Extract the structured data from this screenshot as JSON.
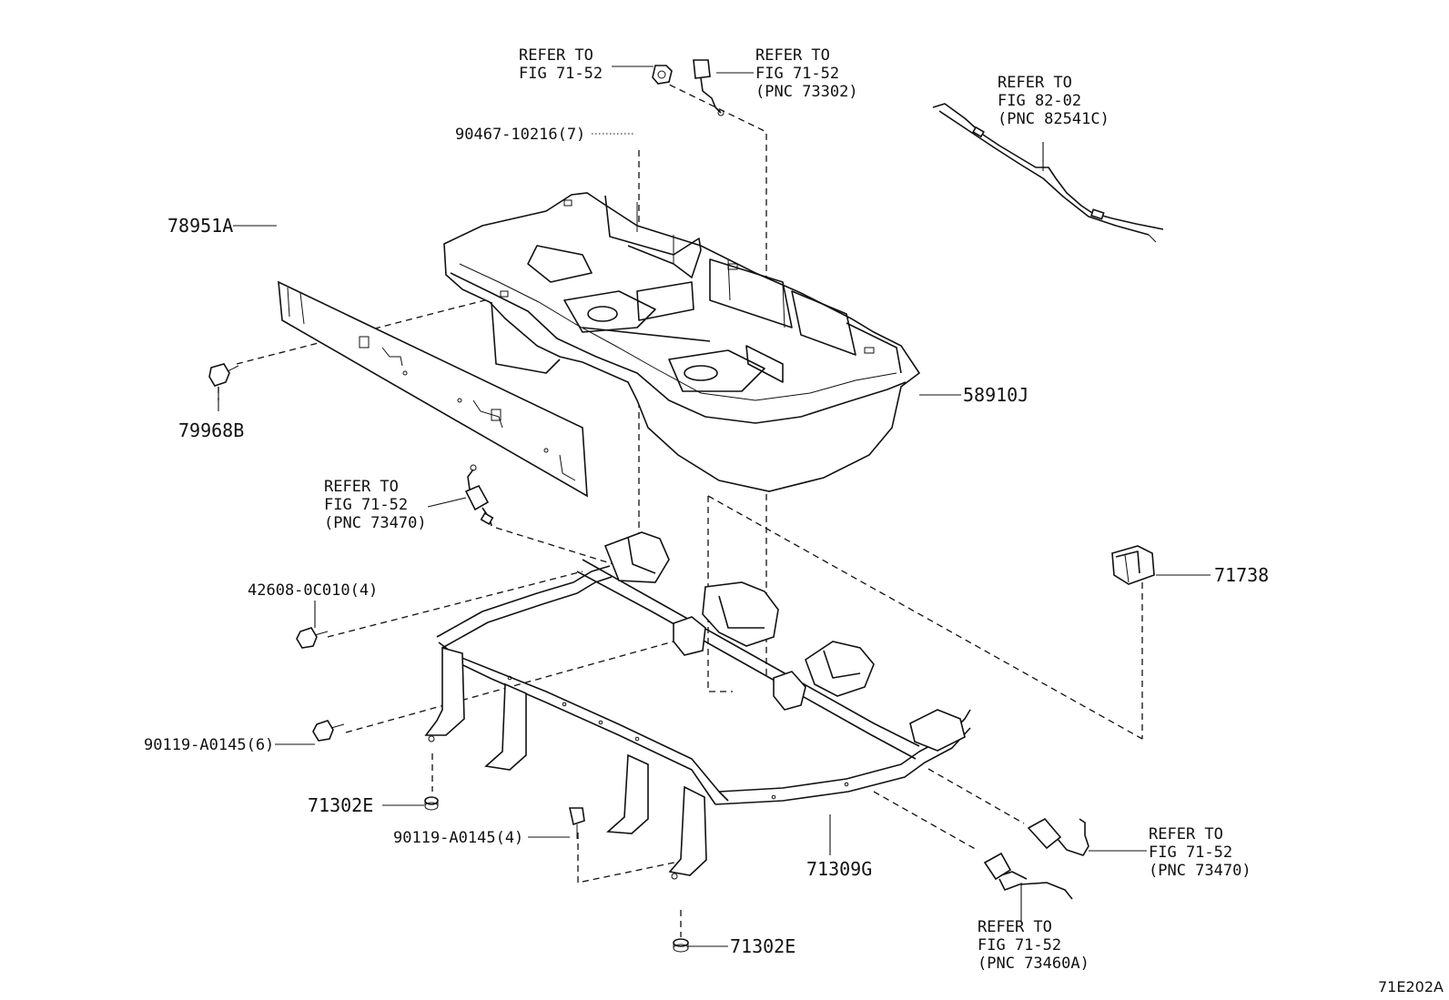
{
  "diagram_id": "71E202A",
  "callouts": {
    "refer_top_left": [
      "REFER TO",
      "FIG 71-52"
    ],
    "refer_top_mid": [
      "REFER TO",
      "FIG 71-52",
      "(PNC 73302)"
    ],
    "refer_top_right": [
      "REFER TO",
      "FIG 82-02",
      "(PNC 82541C)"
    ],
    "refer_mid_left": [
      "REFER TO",
      "FIG 71-52",
      "(PNC 73470)"
    ],
    "refer_bot_right_1": [
      "REFER TO",
      "FIG 71-52",
      "(PNC 73470)"
    ],
    "refer_bot_right_2": [
      "REFER TO",
      "FIG 71-52",
      "(PNC 73460A)"
    ]
  },
  "parts": {
    "p90467": "90467-10216(7)",
    "p78951A": "78951A",
    "p79968B": "79968B",
    "p58910J": "58910J",
    "p42608": "42608-0C010(4)",
    "p71738": "71738",
    "p90119_6": "90119-A0145(6)",
    "p71302E_a": "71302E",
    "p90119_4": "90119-A0145(4)",
    "p71309G": "71309G",
    "p71302E_b": "71302E"
  }
}
